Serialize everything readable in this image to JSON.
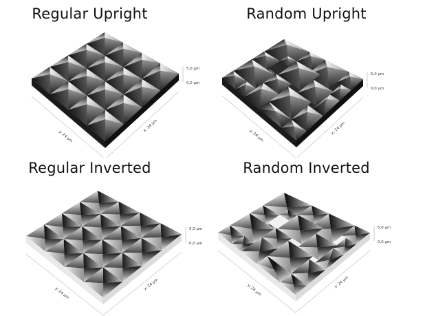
{
  "panels": [
    {
      "title": "Regular Upright",
      "mode": "upright",
      "layout": "regular",
      "ticks": {
        "top": "5,0 µm",
        "bottom": "0,0 µm"
      },
      "xlabel": "x: 24 µm",
      "ylabel": "y: 24 µm"
    },
    {
      "title": "Random Upright",
      "mode": "upright",
      "layout": "random",
      "ticks": {
        "top": "5,0 µm",
        "bottom": "0,0 µm"
      },
      "xlabel": "x: 24 µm",
      "ylabel": "y: 24 µm"
    },
    {
      "title": "Regular Inverted",
      "mode": "inverted",
      "layout": "regular",
      "ticks": {
        "top": "5,0 µm",
        "bottom": "0,0 µm"
      },
      "xlabel": "x: 24 µm",
      "ylabel": "y: 24 µm"
    },
    {
      "title": "Random Inverted",
      "mode": "inverted",
      "layout": "random",
      "ticks": {
        "top": "5,0 µm",
        "bottom": "0,0 µm"
      },
      "xlabel": "x: 24 µm",
      "ylabel": "y: 24 µm"
    }
  ]
}
